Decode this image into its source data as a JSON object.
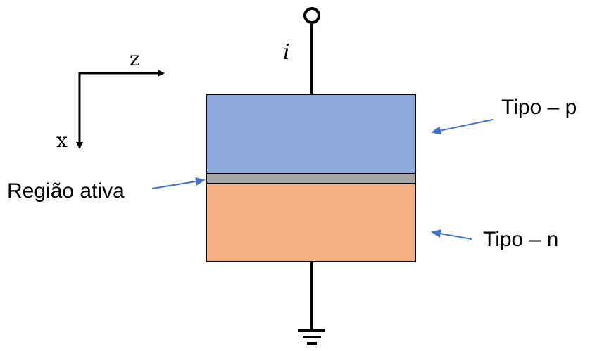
{
  "labels": {
    "current": "i",
    "axis_z": "z",
    "axis_x": "x",
    "p_type": "Tipo – p",
    "n_type": "Tipo – n",
    "active_region": "Região ativa"
  },
  "colors": {
    "p_layer": "#8eaadb",
    "active_layer": "#a6a6a6",
    "n_layer": "#f4b183",
    "wire": "#000000",
    "arrow": "#4472c4"
  },
  "icons": {
    "terminal": "terminal-circle-icon",
    "ground": "ground-symbol-icon"
  }
}
